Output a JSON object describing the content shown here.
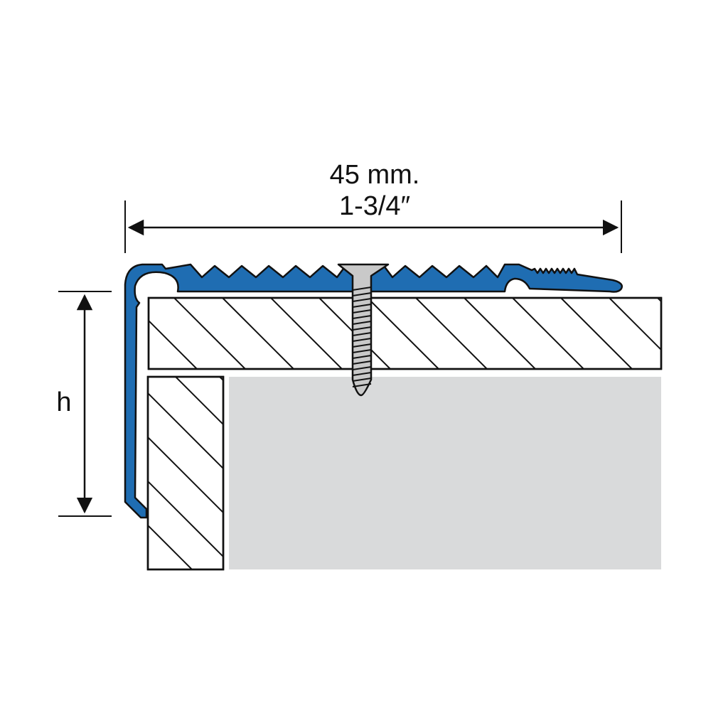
{
  "dimensions": {
    "width_metric": "45 mm.",
    "width_imperial": "1-3/4″",
    "height_label": "h"
  },
  "colors": {
    "profile": "#1f6db2",
    "outline": "#111111",
    "subfloor": "#d9dadb",
    "screw": "#c9c9c9",
    "background": "#ffffff"
  },
  "parts": [
    "stair-nosing-profile",
    "tread-board",
    "riser-board",
    "subfloor-block",
    "countersunk-screw"
  ]
}
